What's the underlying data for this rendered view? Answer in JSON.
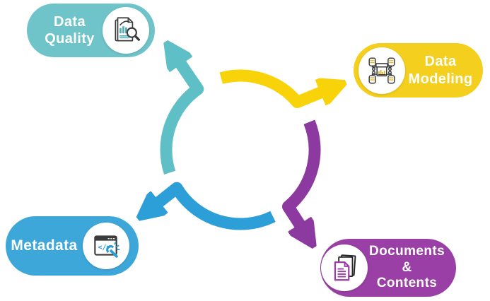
{
  "diagram": {
    "type": "circular-flow",
    "flow_direction": "clockwise",
    "text_color": "#ffffff",
    "icon_ink": "#3a3a3a",
    "nodes": {
      "data_quality": {
        "label": "Data\nQuality",
        "color": "#6FC4C9",
        "icon": "report-analysis-magnifier-icon",
        "accent": "#4FAFB6"
      },
      "data_modeling": {
        "label": "Data\nModeling",
        "color": "#F5CF1D",
        "icon": "database-schema-icon",
        "accent": "#E2B62F"
      },
      "metadata": {
        "label": "Metadata",
        "color": "#3EA7DA",
        "icon": "code-window-wrench-icon",
        "accent": "#2B9CD8"
      },
      "documents_contents": {
        "label": "Documents\n&\nContents",
        "color": "#993FA5",
        "icon": "stacked-documents-icon",
        "accent": "#9A3DA6"
      }
    },
    "arrows": {
      "to_data_quality": {
        "color": "#5EC0C6"
      },
      "to_data_modeling": {
        "color": "#F8D30A"
      },
      "to_metadata": {
        "color": "#2C9FD8"
      },
      "to_documents_contents": {
        "color": "#8D3AA0"
      }
    }
  }
}
